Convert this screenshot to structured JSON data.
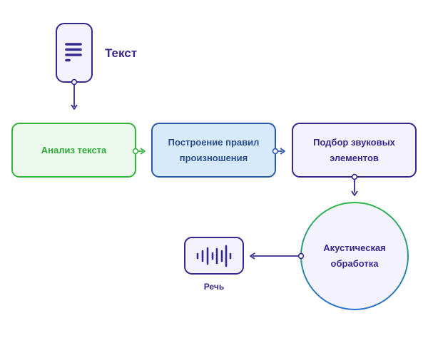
{
  "input": {
    "label": "Текст",
    "icon": "document-text-icon"
  },
  "steps": [
    {
      "id": "analysis",
      "label": "Анализ текста",
      "text_color": "#2dab3a",
      "fill": "#ecf8ec",
      "stroke": "#35b53e"
    },
    {
      "id": "pronunciation",
      "label": "Построение правил произношения",
      "text_color": "#2a4d8c",
      "fill": "#d6eafc",
      "stroke": "#2a5aa8"
    },
    {
      "id": "selection",
      "label": "Подбор звуковых элементов",
      "text_color": "#35298f",
      "fill": "#f4f2fd",
      "stroke": "#35298f"
    },
    {
      "id": "acoustic",
      "label": "Акустическая обработка",
      "text_color": "#35298f",
      "fill": "#f4f2fd",
      "stroke_gradient": [
        "#2fb84a",
        "#2a6fd0"
      ]
    }
  ],
  "output": {
    "label": "Речь",
    "icon": "sound-wave-icon"
  },
  "colors": {
    "primary": "#35298f",
    "green": "#35b53e",
    "blue": "#2a5aa8"
  }
}
